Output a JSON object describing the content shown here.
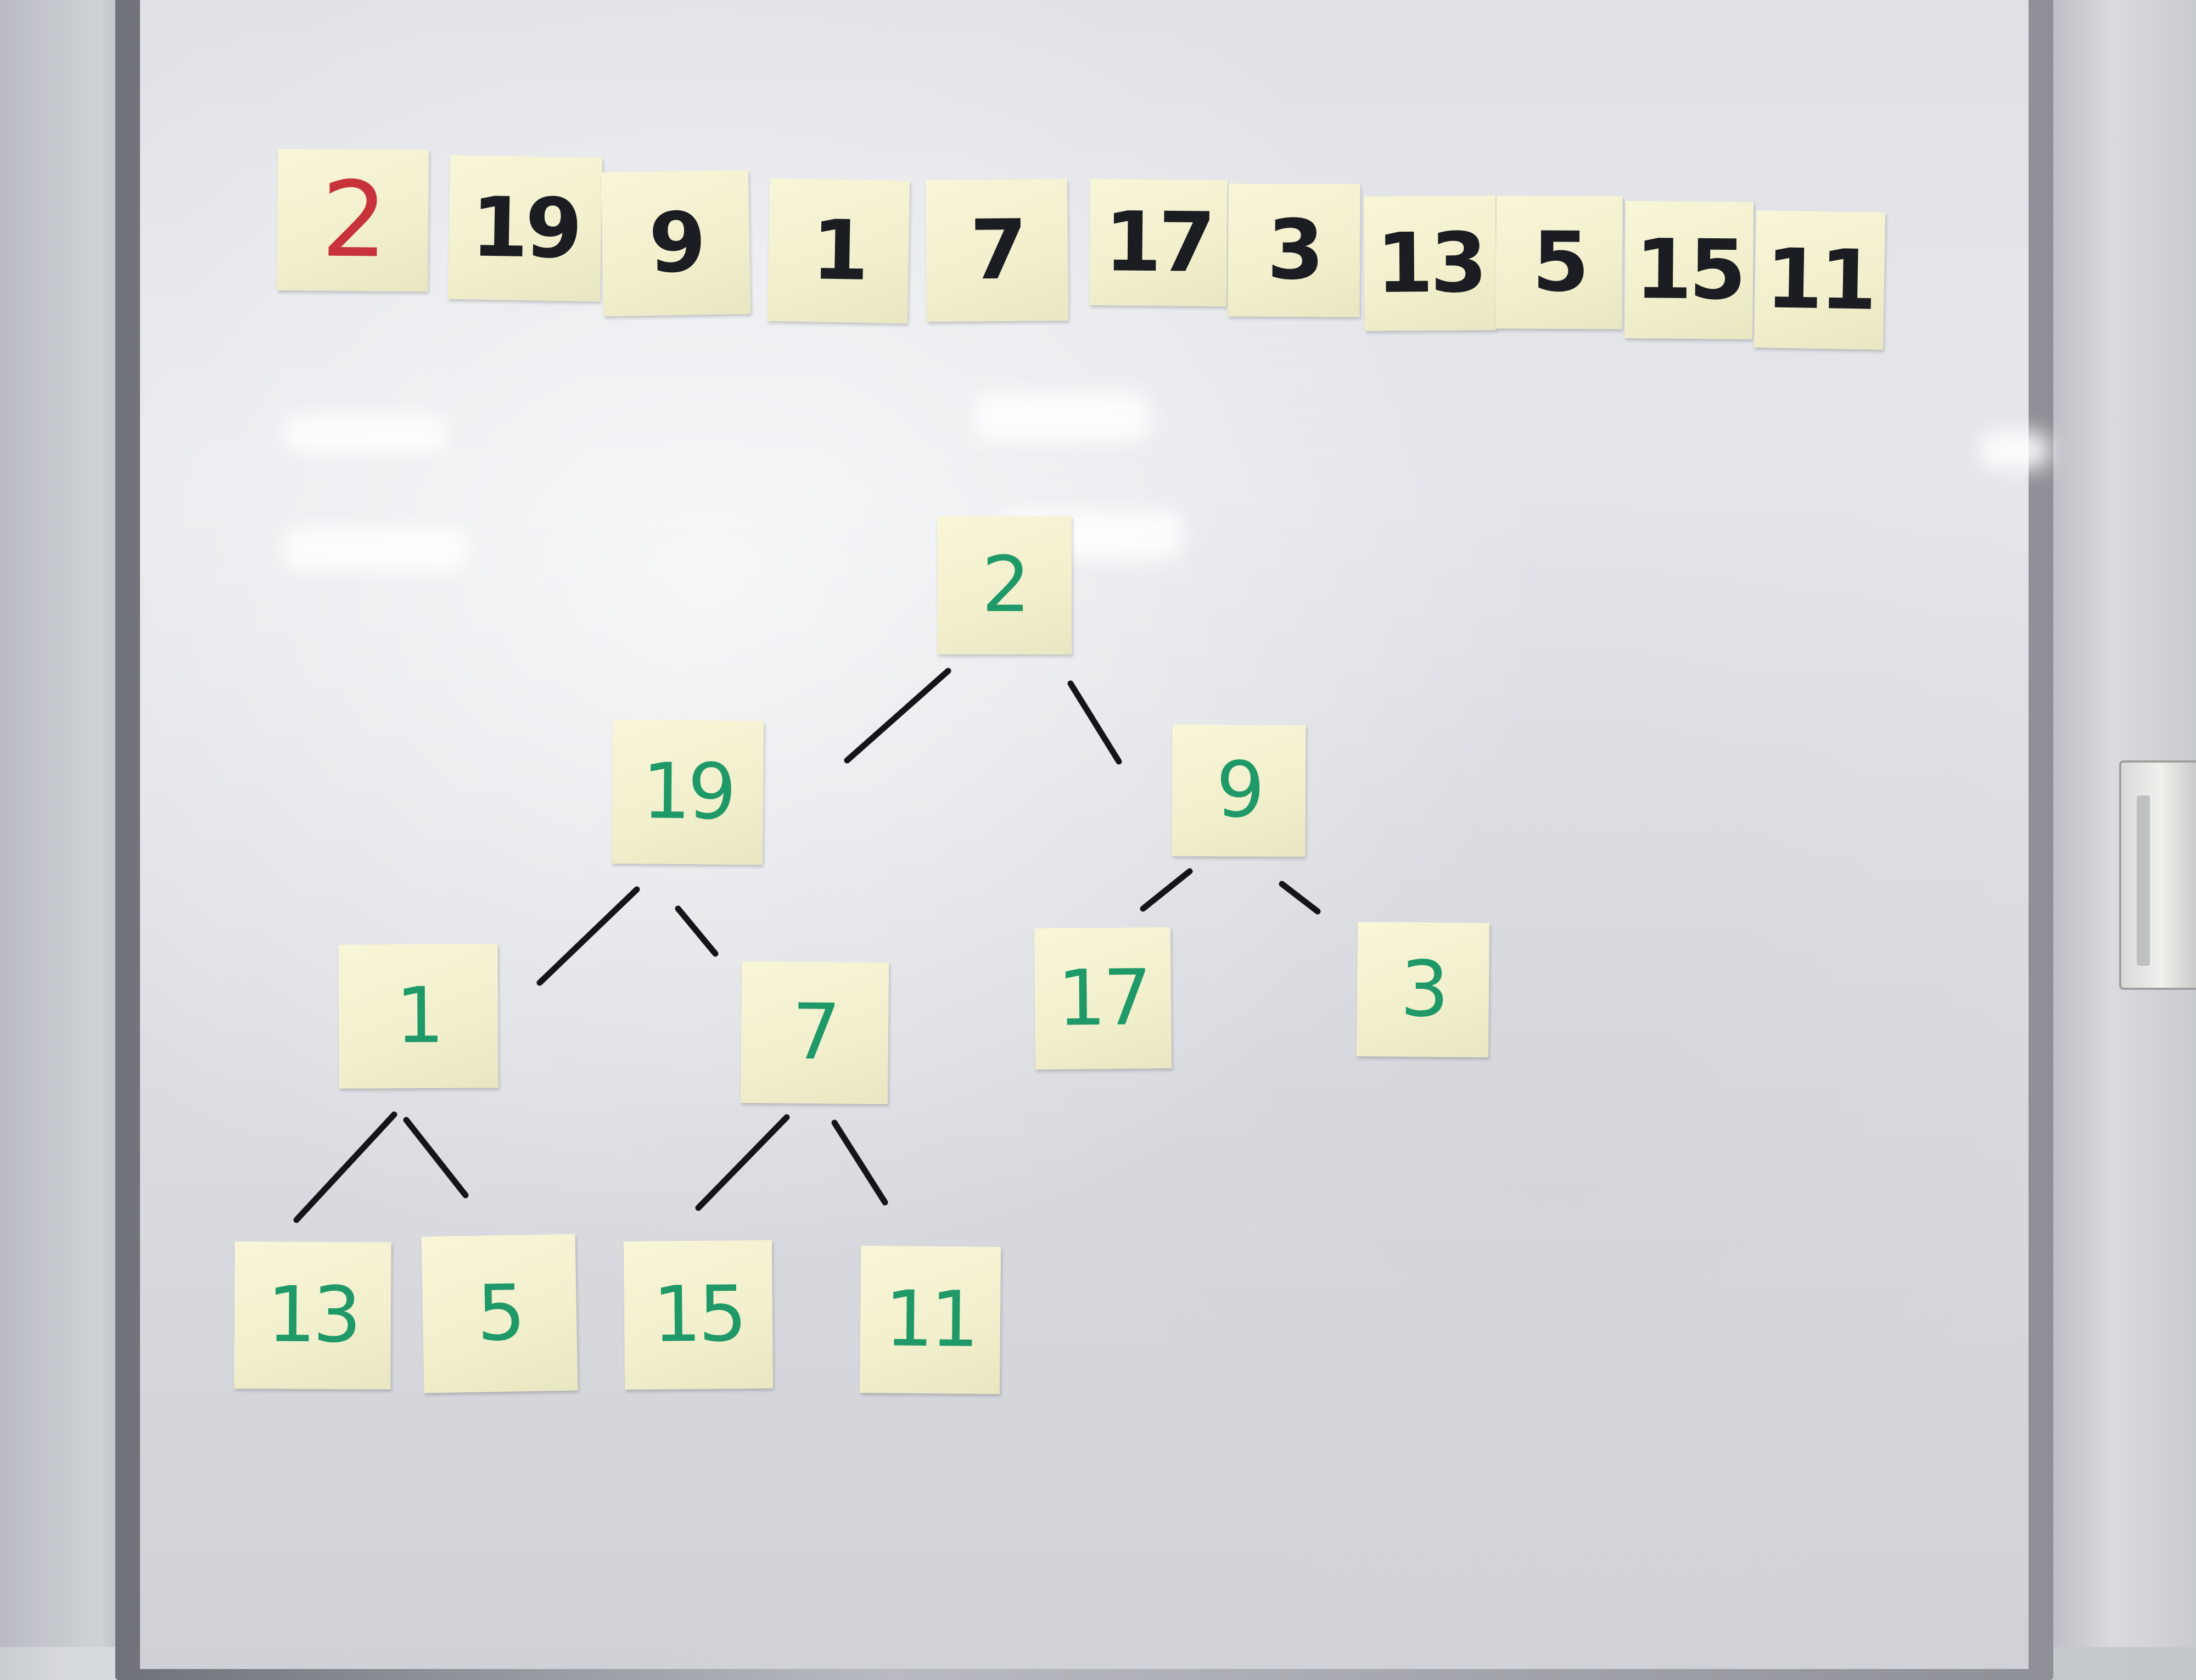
{
  "array_row": {
    "values": [
      "2",
      "19",
      "9",
      "1",
      "7",
      "17",
      "3",
      "13",
      "5",
      "15",
      "11"
    ],
    "highlight_color": "#c8323a",
    "ink_color": "#1b1d22"
  },
  "tree": {
    "ink_color": "#1f9968",
    "nodes": {
      "root": "2",
      "n19": "19",
      "n9": "9",
      "n1": "1",
      "n7": "7",
      "n17": "17",
      "n3": "3",
      "n13": "13",
      "n5": "5",
      "n15": "15",
      "n11": "11"
    }
  }
}
